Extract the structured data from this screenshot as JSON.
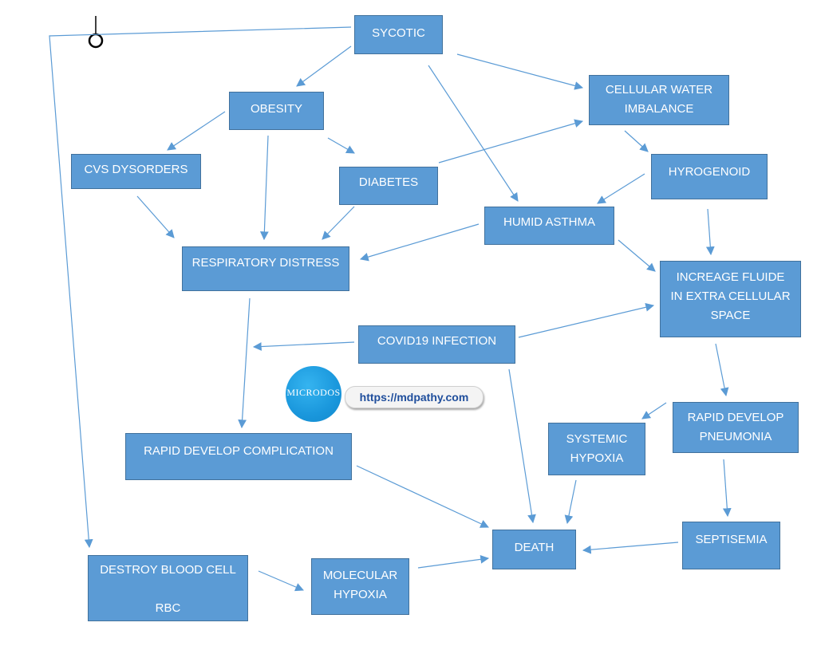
{
  "nodes": {
    "sycotic": "SYCOTIC",
    "obesity": "OBESITY",
    "cellular_water": "CELLULAR WATER\nIMBALANCE",
    "cvs": "CVS DYSORDERS",
    "diabetes": "DIABETES",
    "hyrogenoid": "HYROGENOID",
    "humid_asthma": "HUMID ASTHMA",
    "respiratory": "RESPIRATORY DISTRESS",
    "increase_fluid": "INCREAGE FLUIDE\nIN EXTRA CELLULAR\nSPACE",
    "covid": "COVID19 INFECTION",
    "rapid_pneumonia": "RAPID DEVELOP\nPNEUMONIA",
    "systemic_hypoxia": "SYSTEMIC\nHYPOXIA",
    "rapid_complication": "RAPID DEVELOP COMPLICATION",
    "septisemia": "SEPTISEMIA",
    "death": "DEATH",
    "destroy_blood": "DESTROY BLOOD CELL\n\nRBC",
    "molecular_hypoxia": "MOLECULAR\nHYPOXIA"
  },
  "watermark": {
    "logo_text": "MICRODOS",
    "url": "https://mdpathy.com"
  },
  "colors": {
    "box_fill": "#5b9bd5",
    "box_border": "#41719c",
    "arrow": "#5b9bd5"
  },
  "edges": [
    [
      "sycotic",
      "obesity"
    ],
    [
      "sycotic",
      "cellular_water"
    ],
    [
      "sycotic",
      "humid_asthma"
    ],
    [
      "sycotic",
      "destroy_blood"
    ],
    [
      "obesity",
      "cvs"
    ],
    [
      "obesity",
      "diabetes"
    ],
    [
      "obesity",
      "respiratory"
    ],
    [
      "cvs",
      "respiratory"
    ],
    [
      "diabetes",
      "respiratory"
    ],
    [
      "diabetes",
      "cellular_water"
    ],
    [
      "cellular_water",
      "hyrogenoid"
    ],
    [
      "hyrogenoid",
      "humid_asthma"
    ],
    [
      "hyrogenoid",
      "increase_fluid"
    ],
    [
      "humid_asthma",
      "respiratory"
    ],
    [
      "humid_asthma",
      "increase_fluid"
    ],
    [
      "covid",
      "increase_fluid"
    ],
    [
      "covid",
      "respiratory"
    ],
    [
      "covid",
      "death"
    ],
    [
      "respiratory",
      "rapid_complication"
    ],
    [
      "increase_fluid",
      "rapid_pneumonia"
    ],
    [
      "rapid_pneumonia",
      "systemic_hypoxia"
    ],
    [
      "rapid_pneumonia",
      "septisemia"
    ],
    [
      "systemic_hypoxia",
      "death"
    ],
    [
      "septisemia",
      "death"
    ],
    [
      "rapid_complication",
      "death"
    ],
    [
      "destroy_blood",
      "molecular_hypoxia"
    ],
    [
      "molecular_hypoxia",
      "death"
    ]
  ]
}
